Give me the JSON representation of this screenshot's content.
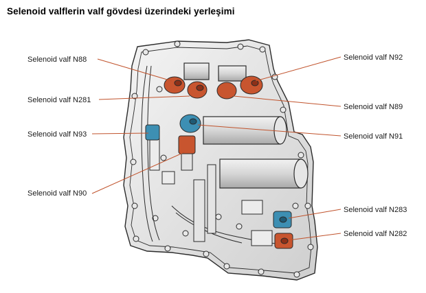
{
  "title": "Selenoid valflerin valf gövdesi üzerindeki yerleşimi",
  "labels": {
    "n88": "Selenoid valf N88",
    "n281": "Selenoid valf N281",
    "n93": "Selenoid valf N93",
    "n90": "Selenoid valf N90",
    "n92": "Selenoid valf N92",
    "n89": "Selenoid valf N89",
    "n91": "Selenoid valf N91",
    "n283": "Selenoid valf N283",
    "n282": "Selenoid valf N282"
  },
  "colors": {
    "leader": "#c0522b",
    "orange": "#c8552f",
    "blue": "#3d8fb3",
    "metal": "#d8d8d8",
    "outline": "#2a2a2a"
  }
}
